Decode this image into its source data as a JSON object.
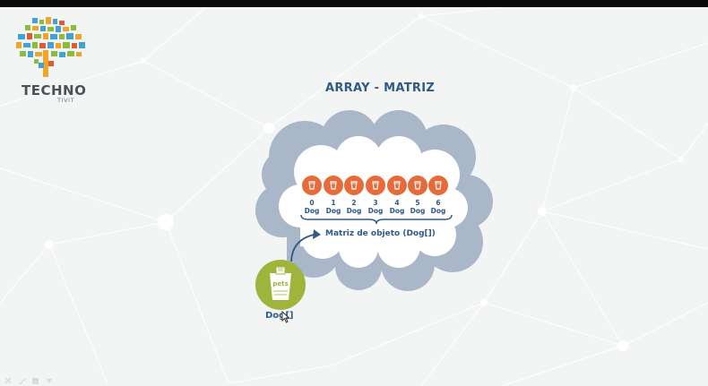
{
  "brand": {
    "name": "TECHNO",
    "sub": "TIVIT"
  },
  "slide": {
    "title": "ARRAY - MATRIZ",
    "array_label": "Matriz de objeto (Dog[])",
    "variable_label": "Dog[]",
    "pets_label": "pets"
  },
  "array": {
    "indices": [
      "0",
      "1",
      "2",
      "3",
      "4",
      "5",
      "6"
    ],
    "element_label": "Dog",
    "element_icon": "cup-icon"
  },
  "colors": {
    "title": "#2f5a86",
    "element": "#e66a3a",
    "cloud": "#a9b7c8",
    "pets": "#9fb43a"
  }
}
